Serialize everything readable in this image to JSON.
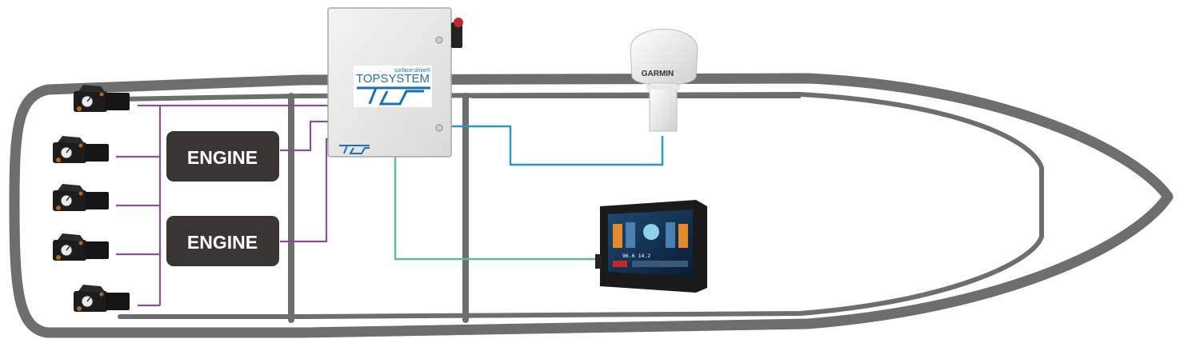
{
  "engines": [
    {
      "label": "ENGINE"
    },
    {
      "label": "ENGINE"
    }
  ],
  "control_box": {
    "tagline": "surface drive®",
    "brand": "TOPSYSTEM"
  },
  "gps": {
    "brand": "GARMIN"
  },
  "display": {
    "readout": "96.6 14.2"
  },
  "colors": {
    "hull": "#6e6e6e",
    "sensor_wiring": "#8e4c9e",
    "gps_cable": "#1e9ad6",
    "display_cable": "#5bbf88",
    "engine_fill": "#3a3432",
    "brand_blue": "#1b6fb5"
  },
  "icons": [
    "trim-sensor-icon",
    "control-box-icon",
    "gps-antenna-icon",
    "touch-display-icon"
  ]
}
